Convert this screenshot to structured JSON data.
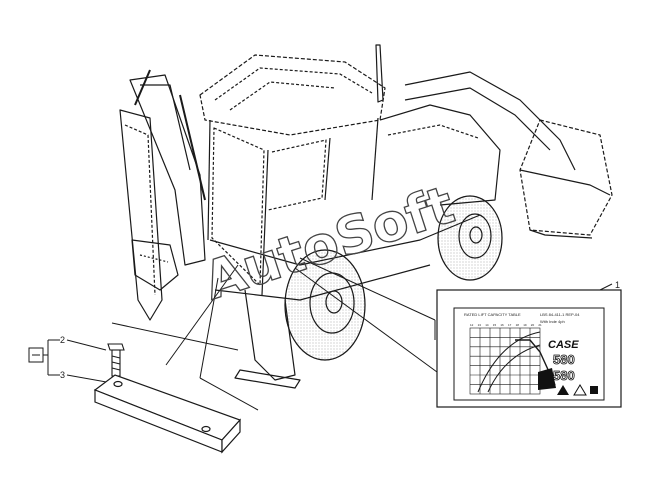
{
  "diagram": {
    "callouts": [
      "1",
      "2",
      "3"
    ],
    "watermark": "AutoSoft",
    "decal": {
      "heading": "RATED LIFT CAPACITY TABLE",
      "part_code": "LBS 84-411-1 REP-04",
      "subheading": "With Inde 4ph",
      "brand": "CASE",
      "model_1": "580",
      "model_2": "580",
      "tick_labels": [
        "12",
        "13",
        "14",
        "15",
        "16",
        "17",
        "18",
        "19",
        "20",
        "21"
      ]
    },
    "colors": {
      "ink": "#1a1a1a",
      "paper": "#ffffff",
      "watermark": "#444444"
    }
  }
}
